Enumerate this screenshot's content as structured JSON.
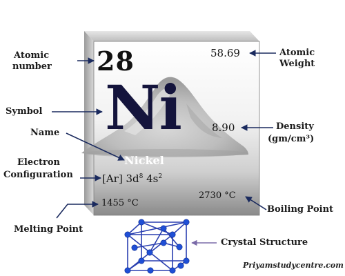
{
  "element": {
    "atomic_number": "28",
    "symbol": "Ni",
    "name": "Nickel",
    "atomic_weight": "58.69",
    "density": "8.90",
    "electron_configuration": {
      "core": "[Ar] 3d",
      "d_exponent": "8",
      "middle": " 4s",
      "s_exponent": "2"
    },
    "melting_point": "1455 °C",
    "boiling_point": "2730 °C"
  },
  "labels": {
    "atomic_number_line1": "Atomic",
    "atomic_number_line2": "number",
    "atomic_weight_line1": "Atomic",
    "atomic_weight_line2": "Weight",
    "symbol": "Symbol",
    "name": "Name",
    "density_line1": "Density",
    "density_line2": "(gm/cm³)",
    "electron_line1": "Electron",
    "electron_line2": "Configuration",
    "melting_point": "Melting Point",
    "boiling_point": "Boiling Point",
    "crystal_structure": "Crystal Structure"
  },
  "watermark": "Priyamstudycentre.com",
  "colors": {
    "arrow": "#1a2a5e",
    "crystal_node": "#1f4fd6",
    "crystal_edge": "#2a3fb0",
    "crystal_arrow": "#7a6aa8"
  }
}
